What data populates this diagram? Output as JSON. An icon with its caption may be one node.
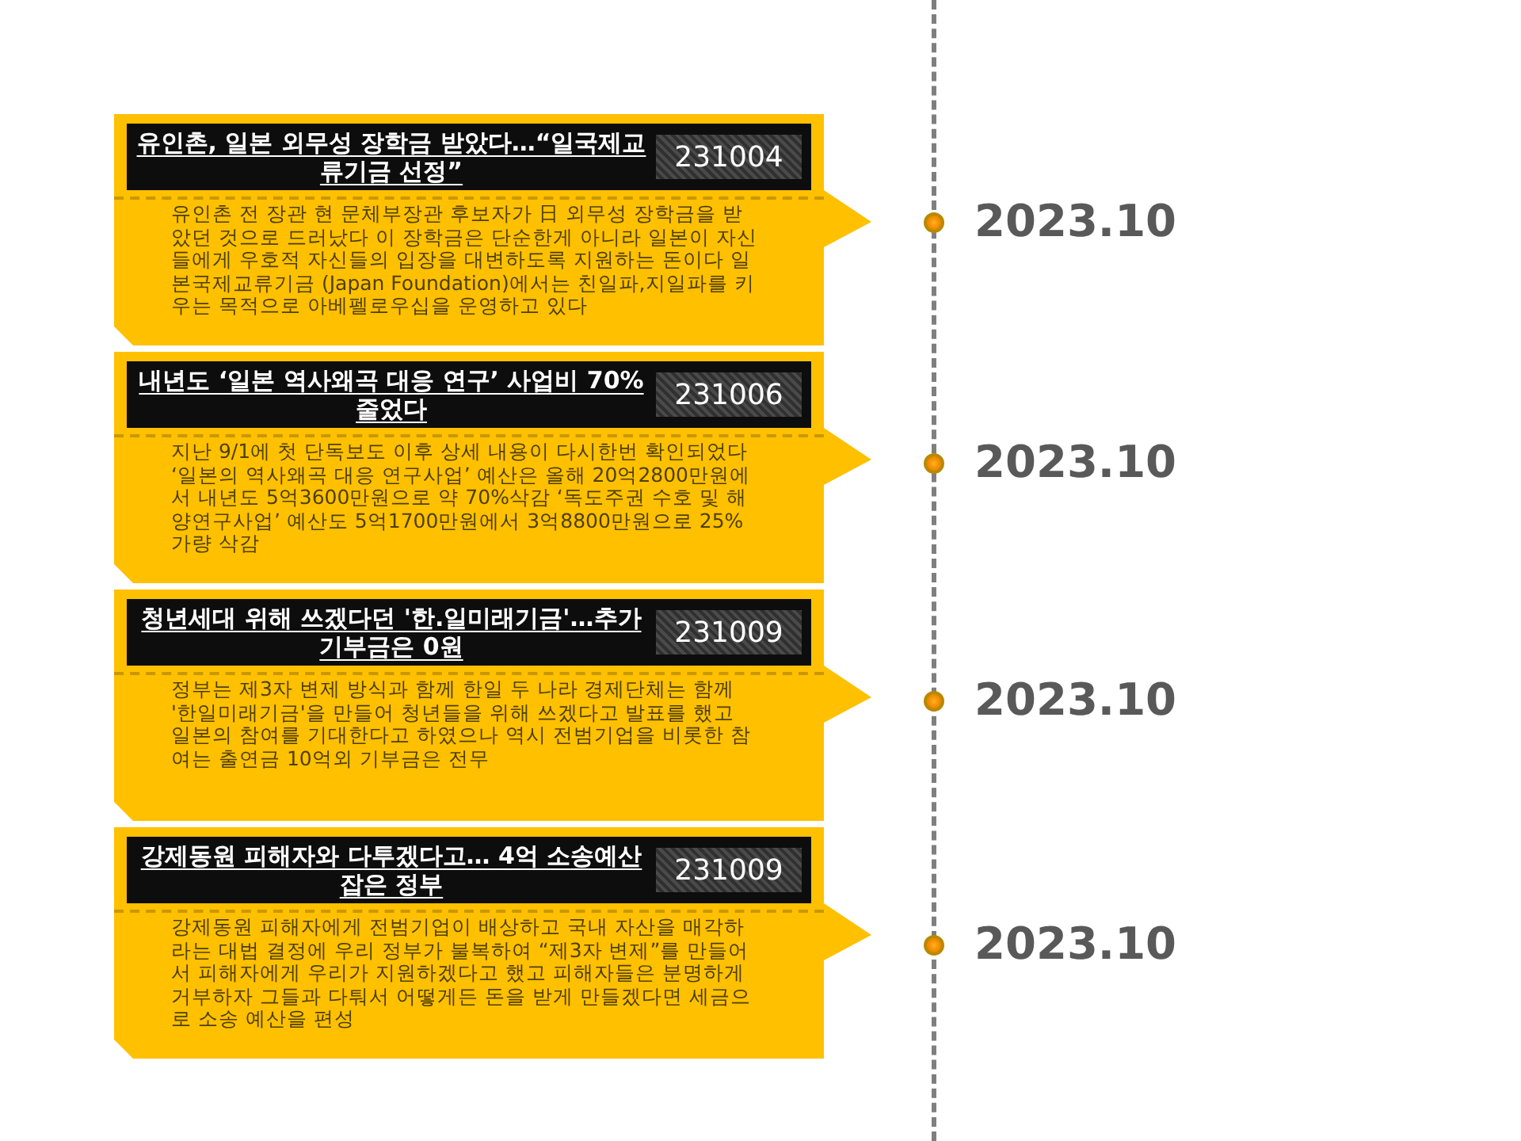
{
  "diagram": {
    "nodes": [
      {
        "text": [
          "유인촌, 일본 외무성 장학금 받았다…“일국제교류기금 선정”",
          "231004",
          "유인촌 전 장관 현 문체부장관 후보자가 日 외무성 장학금을 받았던 것으로 드러났다 이 장학금은 단순한게 아니라 일본이 자신들에게 우호적 자신들의 입장을 대변하도록 지원하는 돈이다 일본국제교류기금 (Japan Foundation)에서는 친일파,지일파를 키우는 목적으로 아베펠로우십을 운영하고 있다"
        ]
      },
      {
        "text": [
          "내년도 ‘일본 역사왜곡 대응 연구’ 사업비 70% 줄었다",
          "231006",
          "지난 9/1에 첫 단독보도 이후 상세 내용이 다시한번 확인되었다 ‘일본의 역사왜곡 대응 연구사업’ 예산은 올해 20억2800만원에서 내년도 5억3600만원으로 약 70%삭감 ‘독도주권 수호 및 해양연구사업’ 예산도 5억1700만원에서 3억8800만원으로 25%가량 삭감"
        ]
      },
      {
        "text": [
          "청년세대 위해 쓰겠다던 '한.일미래기금'…추가 기부금은 0원",
          "231009",
          "정부는 제3자 변제 방식과 함께 한일 두 나라 경제단체는 함께 '한일미래기금'을 만들어 청년들을 위해 쓰겠다고 발표를 했고 일본의 참여를 기대한다고 하였으나 역시 전범기업을 비롯한 참여는 출연금 10억외 기부금은 전무"
        ]
      },
      {
        "text": [
          "강제동원 피해자와 다투겠다고… 4억 소송예산 잡은 정부",
          "231009",
          "강제동원 피해자에게 전범기업이 배상하고 국내 자산을 매각하라는 대법 결정에 우리 정부가 불복하여 “제3자 변제”를 만들어서 피해자에게 우리가 지원하겠다고 했고 피해자들은 분명하게 거부하자 그들과 다퉈서 어떻게든 돈을 받게 만들겠다면 세금으로 소송 예산을 편성"
        ]
      },
      {
        "text": [],
        "shape": "circle",
        "beside": [
          "2023.10"
        ]
      },
      {
        "text": [],
        "shape": "circle",
        "beside": [
          "2023.10"
        ]
      },
      {
        "text": [],
        "shape": "circle",
        "beside": [
          "2023.10"
        ]
      },
      {
        "text": [],
        "shape": "circle",
        "beside": [
          "2023.10"
        ]
      }
    ]
  }
}
